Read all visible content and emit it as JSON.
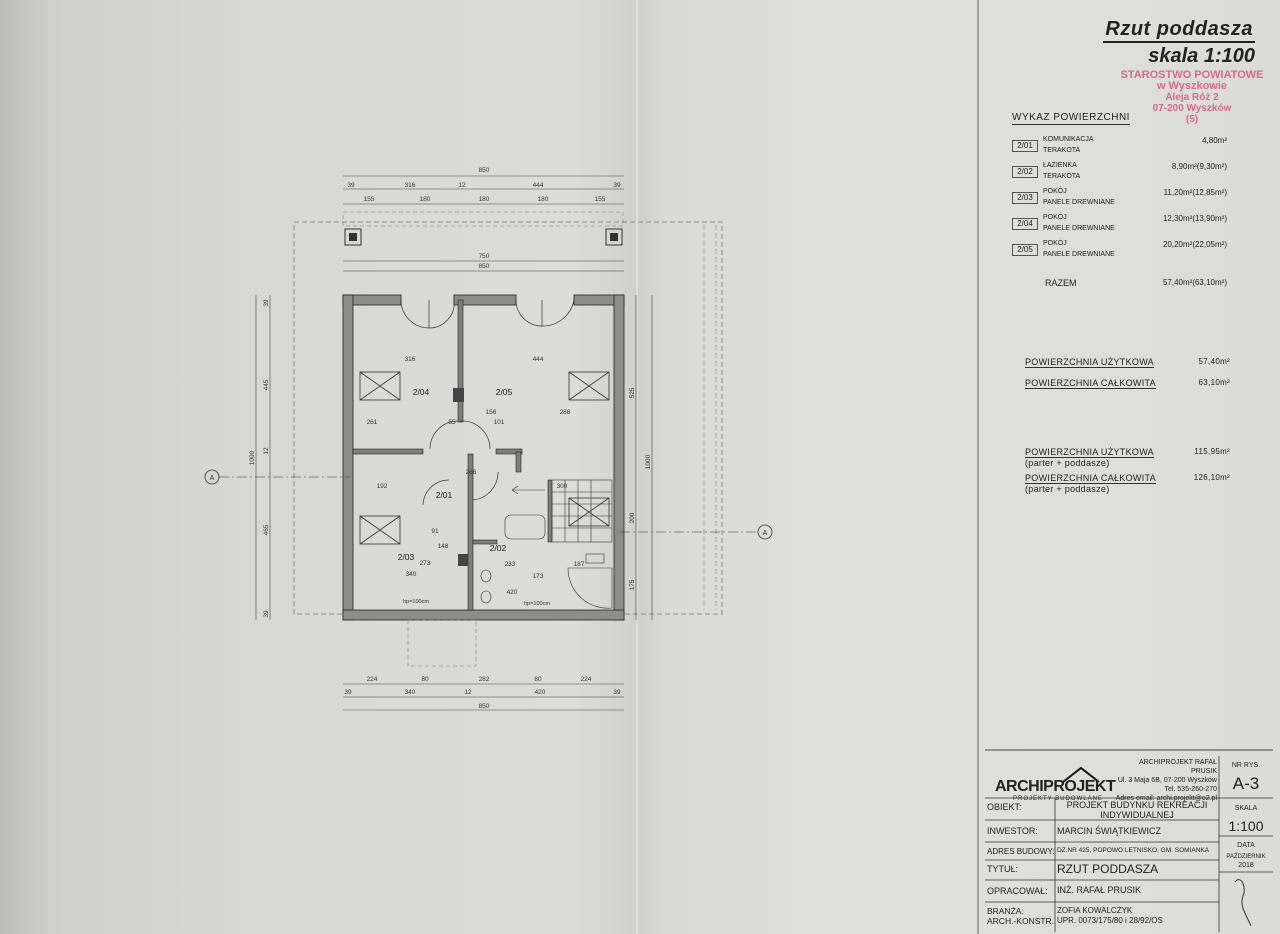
{
  "sheet": {
    "title": "Rzut poddasza",
    "scale_title": "skala 1:100"
  },
  "stamp": {
    "lines": [
      "STAROSTWO POWIATOWE",
      "w Wyszkowie",
      "Aleja Róż 2",
      "07-200 Wyszków",
      "(5)"
    ]
  },
  "area_list": {
    "heading": "WYKAZ POWIERZCHNI",
    "rooms": [
      {
        "code": "2/01",
        "name": "KOMUNIKACJA",
        "floor": "TERAKOTA",
        "area": "4,80m²"
      },
      {
        "code": "2/02",
        "name": "ŁAZIENKA",
        "floor": "TERAKOTA",
        "area": "8,90m²(9,30m²)"
      },
      {
        "code": "2/03",
        "name": "POKÓJ",
        "floor": "PANELE DREWNIANE",
        "area": "11,20m²(12,85m²)"
      },
      {
        "code": "2/04",
        "name": "POKÓJ",
        "floor": "PANELE DREWNIANE",
        "area": "12,30m²(13,90m²)"
      },
      {
        "code": "2/05",
        "name": "POKÓJ",
        "floor": "PANELE DREWNIANE",
        "area": "20,20m²(22,05m²)"
      }
    ],
    "total_label": "RAZEM",
    "total_value": "57,40m²(63,10m²)"
  },
  "summary": {
    "usable_label": "POWIERZCHNIA UŻYTKOWA",
    "usable_value": "57,40m²",
    "total_label": "POWIERZCHNIA CAŁKOWITA",
    "total_value": "63,10m²",
    "usable_both_label": "POWIERZCHNIA UŻYTKOWA",
    "usable_both_sub": "(parter + poddasze)",
    "usable_both_value": "115,95m²",
    "total_both_label": "POWIERZCHNIA CAŁKOWITA",
    "total_both_sub": "(parter + poddasze)",
    "total_both_value": "126,10m²"
  },
  "title_block": {
    "logo": "ARCHIPROJEKT",
    "logo_sub": "PROJEKTY BUDOWLANE",
    "company_name": "ARCHIPROJEKT RAFAŁ PRUSIK",
    "company_address": "Ul. 3 Maja 6B, 07-200 Wyszków",
    "company_phone": "Tel. 535-260-270",
    "company_email": "Adres email: archi.projekt@o2.pl",
    "nr_rys_label": "NR RYS.",
    "nr_rys_value": "A-3",
    "obiekt_label": "OBIEKT:",
    "obiekt_value1": "PROJEKT BUDYNKU REKREACJI",
    "obiekt_value2": "INDYWIDUALNEJ",
    "skala_label": "SKALA",
    "skala_value": "1:100",
    "inwestor_label": "INWESTOR:",
    "inwestor_value": "MARCIN ŚWIĄTKIEWICZ",
    "adres_label": "ADRES BUDOWY:",
    "adres_value": "DZ.NR 425, POPOWO LETNISKO, GM. SOMIANKA",
    "data_label": "DATA",
    "data_month": "PAŹDZIERNIK",
    "data_year": "2018",
    "tytul_label": "TYTUŁ:",
    "tytul_value": "RZUT PODDASZA",
    "opracowal_label": "OPRACOWAŁ:",
    "opracowal_value": "INŻ. RAFAŁ PRUSIK",
    "branza_label1": "BRANŻA:",
    "branza_label2": "ARCH.-KONSTR.",
    "branza_value1": "ZOFIA KOWALCZYK",
    "branza_value2": "UPR. 0073/175/80 i 28/92/OS"
  },
  "plan": {
    "rooms": [
      "2/01",
      "2/02",
      "2/03",
      "2/04",
      "2/05"
    ],
    "top_dim_total": "850",
    "top_dims_1": [
      "39",
      "316",
      "12",
      "444",
      "39"
    ],
    "top_dims_2": [
      "155",
      "180",
      "180",
      "180",
      "155"
    ],
    "inner_dims": [
      "750",
      "850"
    ],
    "bottom_dims_1": [
      "224",
      "80",
      "282",
      "80",
      "224"
    ],
    "bottom_dims_2": [
      "39",
      "340",
      "12",
      "420",
      "39"
    ],
    "bottom_dim_total": "850",
    "left_dims": [
      "39",
      "445",
      "12",
      "465",
      "39"
    ],
    "left_total": "1000",
    "right_dims": [
      "525",
      "200",
      "175"
    ],
    "right_total": "1000",
    "room_dims": [
      "316",
      "444",
      "261",
      "156",
      "288",
      "55",
      "101",
      "286",
      "91",
      "148",
      "340",
      "233",
      "420",
      "187",
      "300",
      "192",
      "173",
      "273"
    ],
    "sill_1": "hp=100cm",
    "sill_2": "hp=100cm",
    "section_label": "A"
  }
}
